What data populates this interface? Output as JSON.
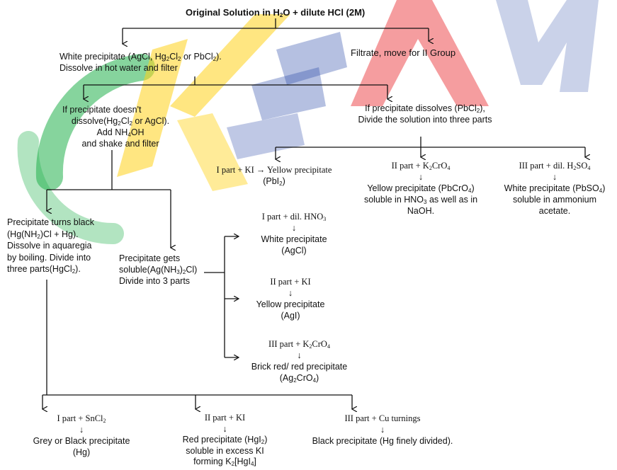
{
  "watermark": {
    "text": "KEAMS",
    "colors": [
      "#22b14c",
      "#ffd21a",
      "#2b4aa8",
      "#e8252b"
    ]
  },
  "root": {
    "title_a": "Original Solution in H",
    "title_sub": "2",
    "title_b": "O + dilute HCl (2M)"
  },
  "white_ppt": {
    "l1a": "White precipitate (AgCl, Hg",
    "l1s1": "2",
    "l1b": "Cl",
    "l1s2": "2",
    "l1c": " or PbCl",
    "l1s3": "2",
    "l1d": ").",
    "l2": "Dissolve in hot water and filter"
  },
  "filtrate": "Filtrate, move for II Group",
  "not_dissolve": {
    "l1": "If precipitate doesn't",
    "l2a": "dissolve(Hg",
    "l2s1": "2",
    "l2b": "Cl",
    "l2s2": "2",
    "l2c": " or AgCl).",
    "l3a": "Add NH",
    "l3s": "4",
    "l3b": "OH",
    "l4": "and shake and filter"
  },
  "dissolves": {
    "l1a": "If precipitate dissolves (PbCl",
    "l1s": "2",
    "l1b": "),",
    "l2": "Divide the solution into three parts"
  },
  "pb_parts": [
    {
      "head": "I part + KI → Yellow precipitate",
      "l2a": "(PbI",
      "l2s": "2",
      "l2b": ")"
    },
    {
      "head_a": "II part + K",
      "head_s1": "2",
      "head_b": "CrO",
      "head_s2": "4",
      "arrow": "↓",
      "l1a": "Yellow precipitate (PbCrO",
      "l1s": "4",
      "l1b": ")",
      "l2a": "soluble in HNO",
      "l2s": "3",
      "l2b": " as well as in",
      "l3": "NaOH."
    },
    {
      "head_a": "III part + dil. H",
      "head_s1": "2",
      "head_b": "SO",
      "head_s2": "4",
      "arrow": "↓",
      "l1": "White precipitate (PbSO",
      "l1s": "4",
      "l1b": ")",
      "l2": "soluble in ammonium",
      "l3": "acetate."
    }
  ],
  "black": {
    "l1": "Precipitate turns black",
    "l2a": "(Hg(NH",
    "l2s": "2",
    "l2b": ")Cl + Hg).",
    "l3": "Dissolve in aquaregia",
    "l4": "by boiling. Divide into",
    "l5a": "three parts(HgCl",
    "l5s": "2",
    "l5b": ")."
  },
  "soluble": {
    "l1": "Precipitate gets",
    "l2a": "soluble(Ag(NH",
    "l2s": "3",
    "l2b": ")",
    "l2s2": "2",
    "l2c": "Cl)",
    "l3": "Divide into 3 parts"
  },
  "ag_parts": [
    {
      "head_a": "I part + dil. HNO",
      "head_s": "3",
      "arrow": "↓",
      "l1": "White precipitate",
      "l2": "(AgCl)"
    },
    {
      "head": "II part + KI",
      "arrow": "↓",
      "l1": "Yellow precipitate",
      "l2": "(AgI)"
    },
    {
      "head_a": "III part + K",
      "head_s1": "2",
      "head_b": "CrO",
      "head_s2": "4",
      "arrow": "↓",
      "l1": "Brick red/ red precipitate",
      "l2a": "(Ag",
      "l2s1": "2",
      "l2b": "CrO",
      "l2s2": "4",
      "l2c": ")"
    }
  ],
  "hg_parts": [
    {
      "head_a": "I part + SnCl",
      "head_s": "2",
      "arrow": "↓",
      "l1": "Grey or Black precipitate",
      "l2": "(Hg)"
    },
    {
      "head": "II part + KI",
      "arrow": "↓",
      "l1a": "Red precipitate (HgI",
      "l1s": "2",
      "l1b": ")",
      "l2": "soluble in excess KI",
      "l3a": "forming K",
      "l3s1": "2",
      "l3b": "[HgI",
      "l3s2": "4",
      "l3c": "]"
    },
    {
      "head": "III part + Cu turnings",
      "arrow": "↓",
      "l1": "Black precipitate (Hg finely divided)."
    }
  ]
}
